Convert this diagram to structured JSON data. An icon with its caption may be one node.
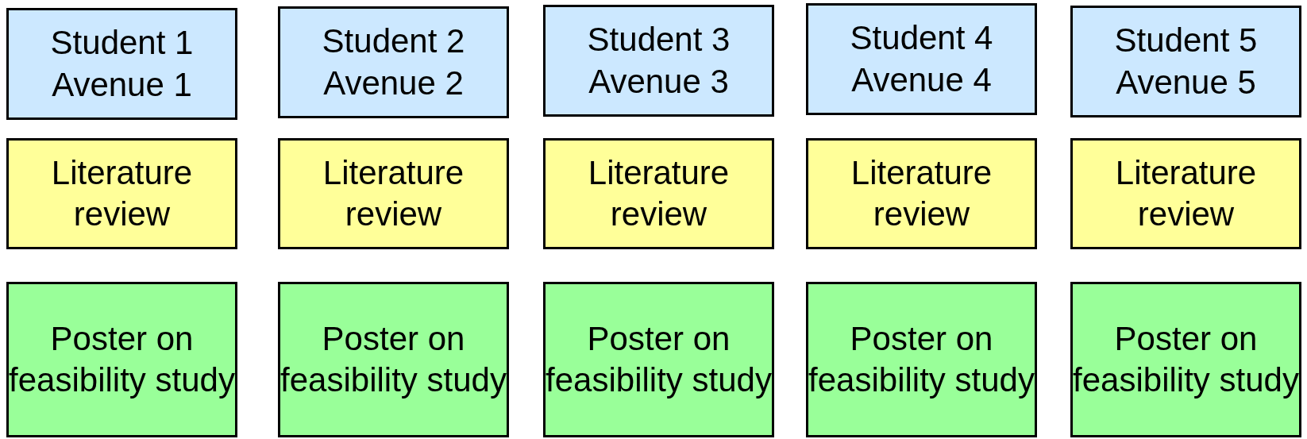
{
  "diagram": {
    "nodes": [
      {
        "text": [
          "Student 1 Avenue 1"
        ]
      },
      {
        "text": [
          "Student 2 Avenue 2"
        ]
      },
      {
        "text": [
          "Student 3 Avenue 3"
        ]
      },
      {
        "text": [
          "Student 4 Avenue 4"
        ]
      },
      {
        "text": [
          "Student 5 Avenue 5"
        ]
      },
      {
        "text": [
          "Literature review"
        ]
      },
      {
        "text": [
          "Literature review"
        ]
      },
      {
        "text": [
          "Literature review"
        ]
      },
      {
        "text": [
          "Literature review"
        ]
      },
      {
        "text": [
          "Literature review"
        ]
      },
      {
        "text": [
          "Poster on feasibility study"
        ]
      },
      {
        "text": [
          "Poster on feasibility study"
        ]
      },
      {
        "text": [
          "Poster on feasibility study"
        ]
      },
      {
        "text": [
          "Poster on feasibility study"
        ]
      },
      {
        "text": [
          "Poster on feasibility study"
        ]
      }
    ]
  }
}
